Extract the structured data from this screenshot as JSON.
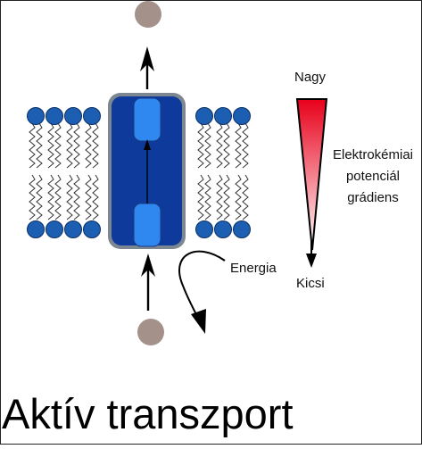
{
  "title": "Aktív transzport",
  "gradient": {
    "high_label": "Nagy",
    "low_label": "Kicsi",
    "name_label": "Elektrokémiai potenciál grádiens",
    "color_top": "#e8001a",
    "color_bottom": "#ffffff"
  },
  "energy_label": "Energia",
  "colors": {
    "phospholipid_head": "#1c5fb2",
    "protein_outer": "#0e3a9c",
    "protein_frame": "#7d8792",
    "channel_gate": "#2e88f0",
    "molecule": "#a3918a"
  }
}
